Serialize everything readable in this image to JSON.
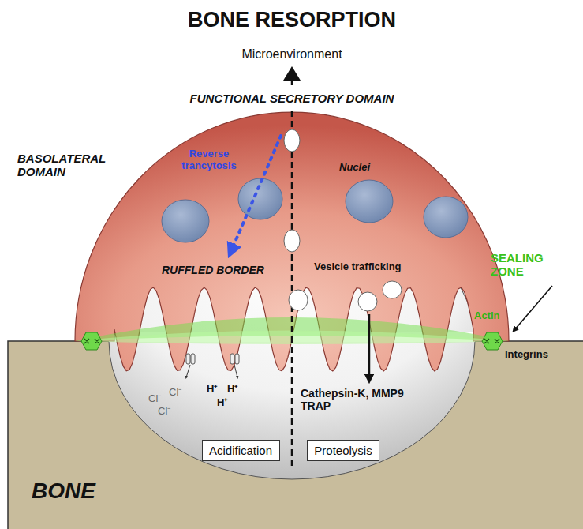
{
  "diagram": {
    "title": "BONE RESORPTION",
    "nodes": [
      {
        "text": [
          "Acidification"
        ]
      },
      {
        "text": [
          "Proteolysis"
        ]
      }
    ],
    "labels": [
      "Microenvironment",
      "FUNCTIONAL SECRETORY DOMAIN",
      "Reverse trancytosis",
      "BASOLATERAL DOMAIN",
      "Nuclei",
      "Vesicle trafficking",
      "RUFFLED BORDER",
      "SEALING ZONE",
      "Actin",
      "Integrins",
      "Cl⁻",
      "Cl⁻",
      "Cl⁻",
      "H⁺",
      "H⁺",
      "H⁺",
      "Cathepsin-K, MMP9 TRAP",
      "BONE"
    ]
  }
}
